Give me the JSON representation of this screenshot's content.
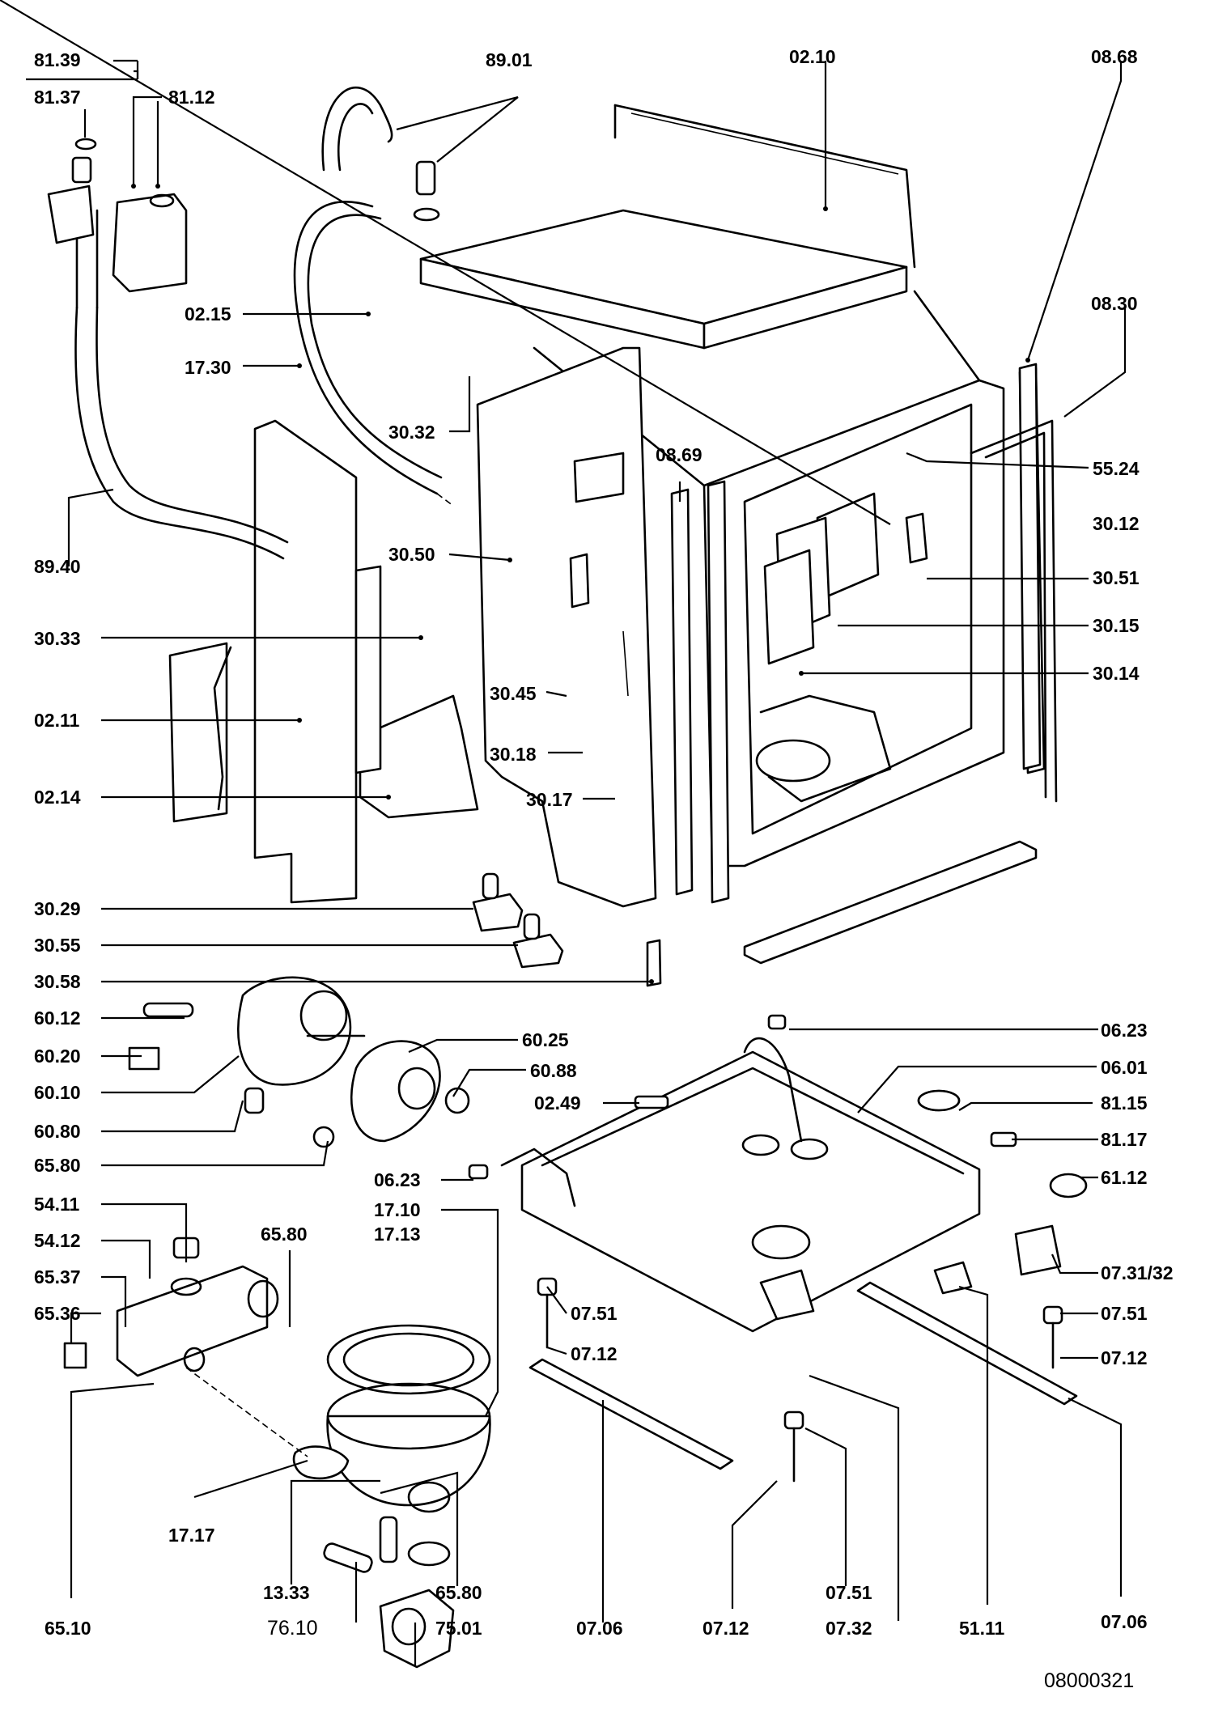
{
  "diagram": {
    "drawing_number": "08000321",
    "labels": {
      "l8139": "81.39",
      "l8137": "81.37",
      "l8112": "81.12",
      "l8901": "89.01",
      "l0210": "02.10",
      "l0868": "08.68",
      "l0215": "02.15",
      "l1730": "17.30",
      "l3032": "30.32",
      "l0830": "08.30",
      "l5524": "55.24",
      "l0869": "08.69",
      "l3012": "30.12",
      "l8940": "89.40",
      "l3050": "30.50",
      "l3051": "30.51",
      "l3033": "30.33",
      "l3015": "30.15",
      "l3014": "30.14",
      "l3045": "30.45",
      "l0211": "02.11",
      "l3018": "30.18",
      "l0214": "02.14",
      "l3017": "30.17",
      "l3029": "30.29",
      "l3055": "30.55",
      "l3058": "30.58",
      "l6012": "60.12",
      "l0623a": "06.23",
      "l6020": "60.20",
      "l6025": "60.25",
      "l0601": "06.01",
      "l6088": "60.88",
      "l6010": "60.10",
      "l0249": "02.49",
      "l8115": "81.15",
      "l6080": "60.80",
      "l8117": "81.17",
      "l6580a": "65.80",
      "l0623b": "06.23",
      "l6112": "61.12",
      "l5411": "54.11",
      "l1710": "17.10",
      "l1713": "17.13",
      "l6580b": "65.80",
      "l5412": "54.12",
      "l07312": "07.31/32",
      "l6537": "65.37",
      "l0751a": "07.51",
      "l6536": "65.36",
      "l0751b": "07.51",
      "l0712a": "07.12",
      "l0712b": "07.12",
      "l1717": "17.17",
      "l1333": "13.33",
      "l6580c": "65.80",
      "l0751c": "07.51",
      "l6510": "65.10",
      "l7610": "76.10",
      "l7501": "75.01",
      "l0706a": "07.06",
      "l0712c": "07.12",
      "l0732": "07.32",
      "l5111": "51.11",
      "l0706b": "07.06"
    }
  }
}
